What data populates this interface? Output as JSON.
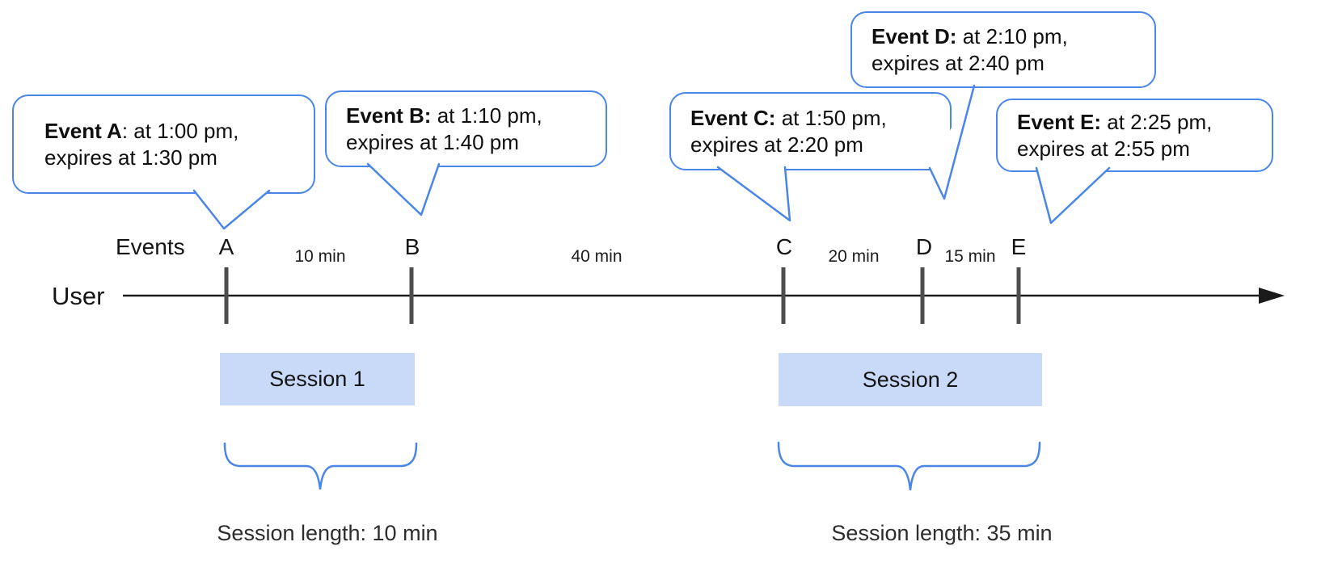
{
  "bubbles": [
    {
      "id": "A",
      "bold": "Event A",
      "rest": ": at 1:00 pm,",
      "line2": "expires at 1:30 pm"
    },
    {
      "id": "B",
      "bold": "Event B:",
      "rest": " at 1:10 pm,",
      "line2": "expires at 1:40 pm"
    },
    {
      "id": "C",
      "bold": "Event C:",
      "rest": " at 1:50 pm,",
      "line2": "expires at 2:20 pm"
    },
    {
      "id": "D",
      "bold": "Event D:",
      "rest": " at 2:10 pm,",
      "line2": "expires at 2:40 pm"
    },
    {
      "id": "E",
      "bold": "Event E:",
      "rest": " at 2:25 pm,",
      "line2": "expires at 2:55 pm"
    }
  ],
  "timeline": {
    "events_row_label": "Events",
    "user_label": "User",
    "tick_labels": [
      "A",
      "B",
      "C",
      "D",
      "E"
    ],
    "interval_labels": [
      "10 min",
      "40 min",
      "20 min",
      "15 min"
    ]
  },
  "sessions": [
    {
      "label": "Session 1",
      "length_text": "Session length: 10 min"
    },
    {
      "label": "Session 2",
      "length_text": "Session length: 35 min"
    }
  ],
  "colors": {
    "accent_blue": "#4a86e8",
    "session_fill": "#c9daf8",
    "tick_gray": "#4d4d4d",
    "axis_black": "#1b1b1b"
  }
}
